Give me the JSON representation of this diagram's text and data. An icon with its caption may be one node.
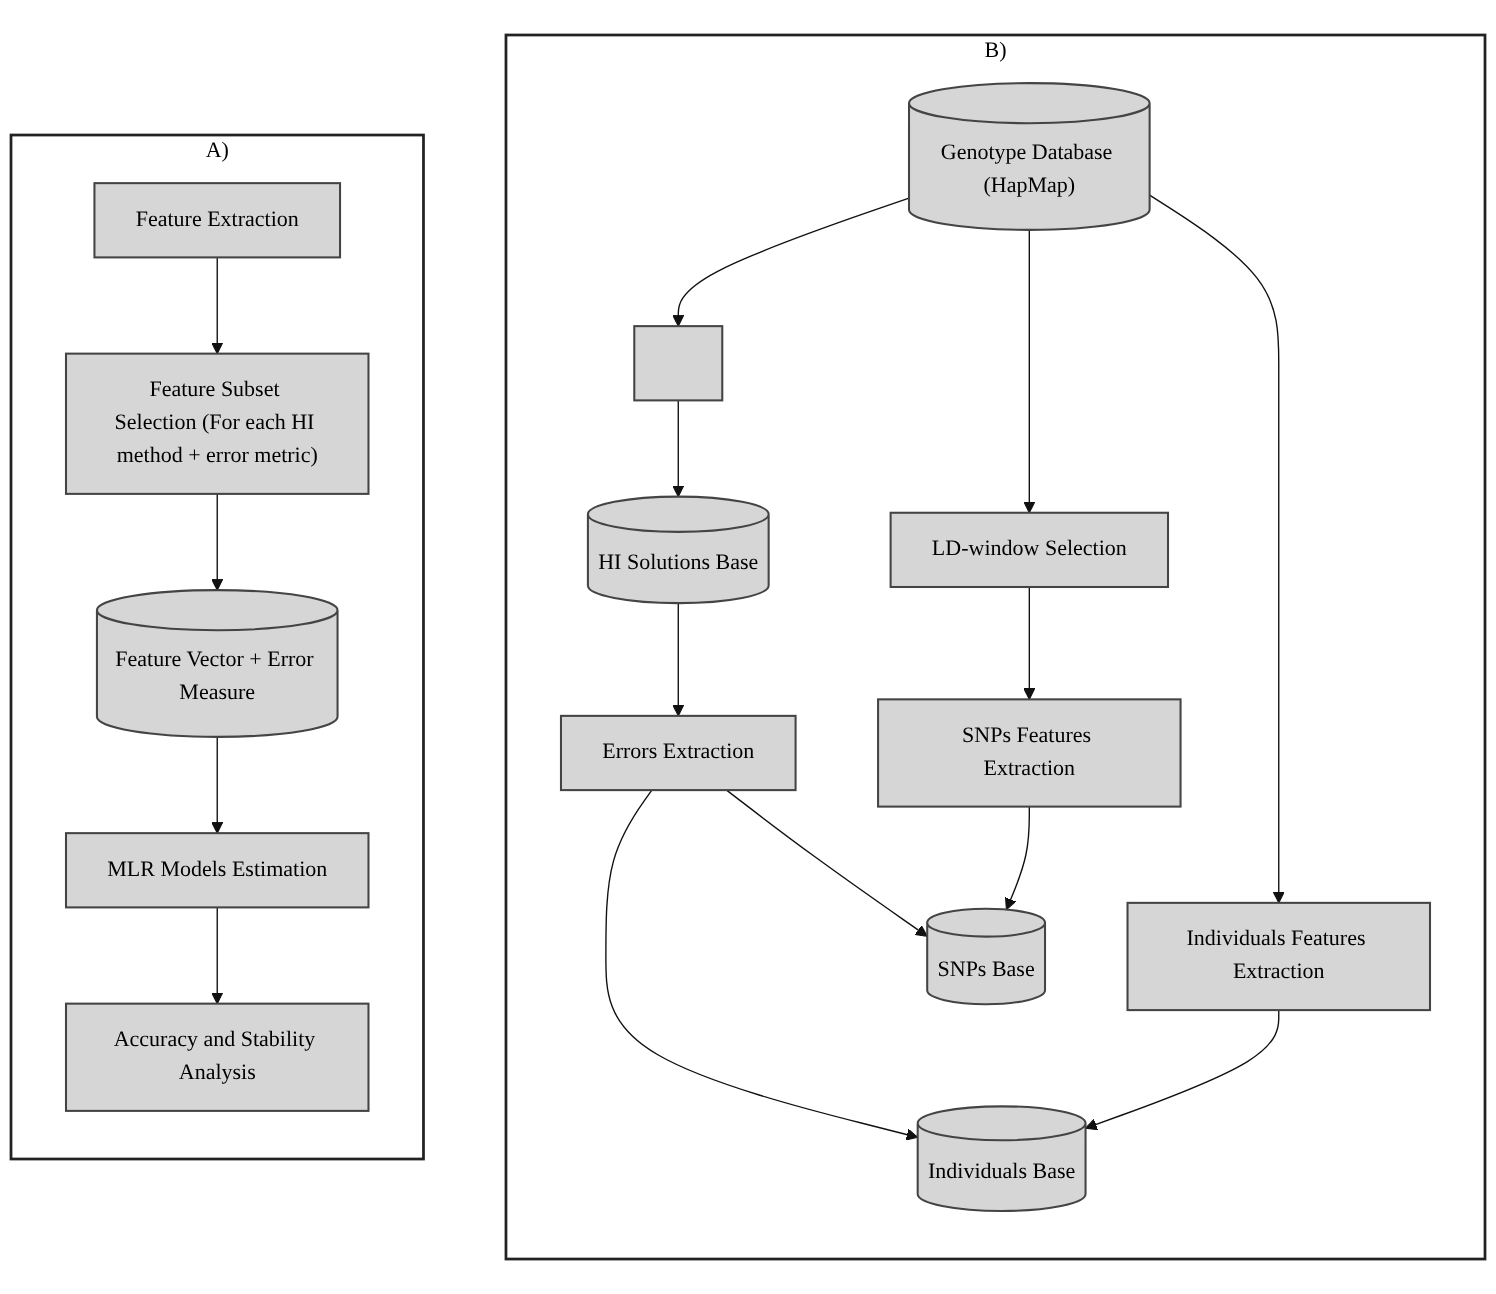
{
  "diagram": {
    "nodes": [
      {
        "text": [
          "A)"
        ]
      },
      {
        "text": [
          "Feature Extraction"
        ],
        "in": 0
      },
      {
        "text": [
          "Feature Subset Selection (For each HI method + error metric)"
        ],
        "in": 0
      },
      {
        "text": [
          "Feature Vector + Error Measure"
        ],
        "in": 0
      },
      {
        "text": [
          "MLR Models Estimation"
        ],
        "in": 0
      },
      {
        "text": [
          "Accuracy and Stability Analysis"
        ],
        "in": 0
      },
      {
        "text": [
          "B)"
        ]
      },
      {
        "text": [
          "Genotype Database (HapMap)"
        ],
        "in": 6
      },
      {
        "text": [],
        "shape": "box",
        "in": 6
      },
      {
        "text": [
          "HI Solutions Base"
        ],
        "in": 6
      },
      {
        "text": [
          "Errors Extraction"
        ],
        "in": 6
      },
      {
        "text": [
          "LD-window Selection"
        ],
        "in": 6
      },
      {
        "text": [
          "Individuals Features Extraction"
        ],
        "in": 6
      },
      {
        "text": [
          "SNPs Features Extraction"
        ],
        "in": 6
      },
      {
        "text": [
          "Individuals Base"
        ],
        "in": 6
      },
      {
        "text": [
          "SNPs Base"
        ],
        "in": 6
      }
    ],
    "edges": [
      {
        "from": 1,
        "to": 2,
        "arrow": "to"
      },
      {
        "from": 2,
        "to": 3,
        "arrow": "to"
      },
      {
        "from": 3,
        "to": 4,
        "arrow": "to"
      },
      {
        "from": 4,
        "to": 5,
        "arrow": "to"
      },
      {
        "from": 7,
        "to": 8,
        "arrow": "to"
      },
      {
        "from": 8,
        "to": 9,
        "arrow": "to"
      },
      {
        "from": 9,
        "to": 10,
        "arrow": "to"
      },
      {
        "from": 7,
        "to": 12,
        "arrow": "to"
      },
      {
        "from": 7,
        "to": 11,
        "arrow": "to"
      },
      {
        "from": 10,
        "to": 14,
        "arrow": "to"
      },
      {
        "from": 10,
        "to": 15,
        "arrow": "to"
      },
      {
        "from": 11,
        "to": 13,
        "arrow": "to"
      },
      {
        "from": 12,
        "to": 14,
        "arrow": "to"
      },
      {
        "from": 13,
        "to": 15,
        "arrow": "to"
      }
    ]
  }
}
